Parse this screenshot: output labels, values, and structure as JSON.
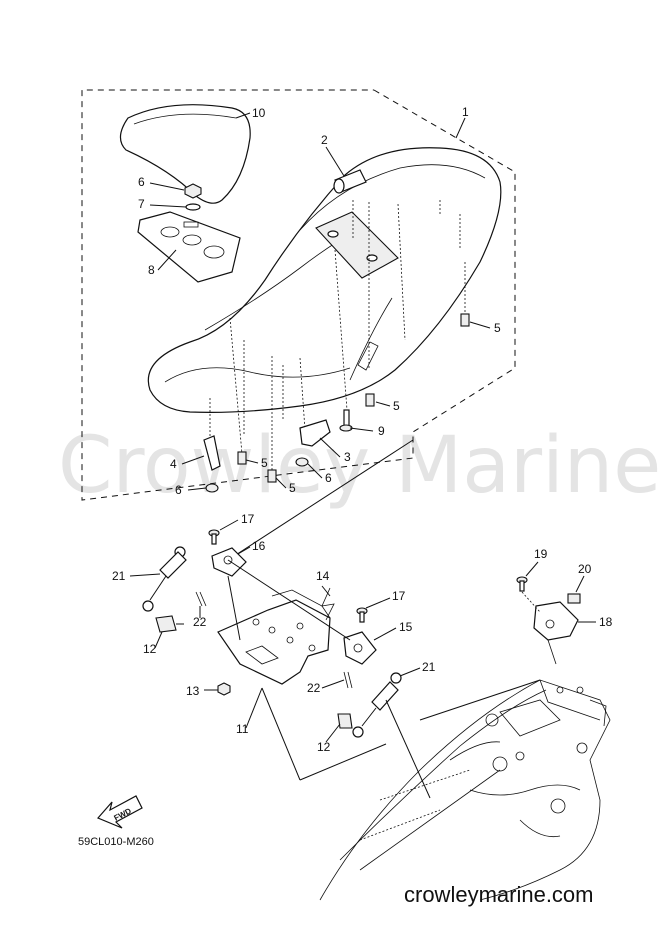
{
  "watermark": "Crowley Marine",
  "diagram_code": "59CL010-M260",
  "site_url": "crowleymarine.com",
  "fwd_label": "FWD",
  "callouts": {
    "c1": "1",
    "c2": "2",
    "c3": "3",
    "c4": "4",
    "c5a": "5",
    "c5b": "5",
    "c5c": "5",
    "c5d": "5",
    "c6a": "6",
    "c6b": "6",
    "c6c": "6",
    "c7": "7",
    "c8": "8",
    "c9": "9",
    "c10": "10",
    "c11": "11",
    "c12a": "12",
    "c12b": "12",
    "c13": "13",
    "c14": "14",
    "c15": "15",
    "c16": "16",
    "c17a": "17",
    "c17b": "17",
    "c18": "18",
    "c19": "19",
    "c20": "20",
    "c21a": "21",
    "c21b": "21",
    "c22a": "22",
    "c22b": "22"
  }
}
